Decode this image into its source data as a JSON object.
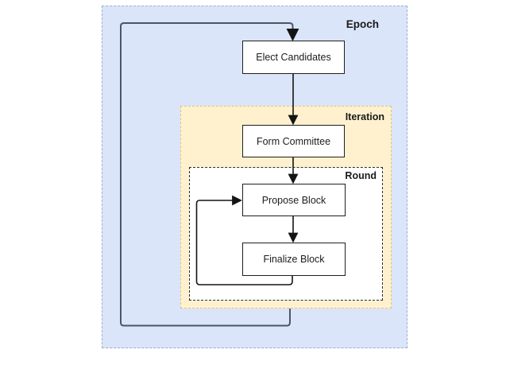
{
  "diagram": {
    "containers": [
      {
        "id": "epoch",
        "label": "Epoch"
      },
      {
        "id": "iteration",
        "label": "Iteration"
      },
      {
        "id": "round",
        "label": "Round"
      }
    ],
    "nodes": [
      {
        "id": "elect-candidates",
        "label": "Elect Candidates"
      },
      {
        "id": "form-committee",
        "label": "Form Committee"
      },
      {
        "id": "propose-block",
        "label": "Propose Block"
      },
      {
        "id": "finalize-block",
        "label": "Finalize Block"
      }
    ],
    "edges": [
      {
        "from": "elect-candidates",
        "to": "form-committee",
        "type": "arrow"
      },
      {
        "from": "form-committee",
        "to": "propose-block",
        "type": "arrow"
      },
      {
        "from": "propose-block",
        "to": "finalize-block",
        "type": "arrow"
      },
      {
        "from": "finalize-block",
        "to": "propose-block",
        "type": "loop"
      },
      {
        "from": "iteration",
        "to": "elect-candidates",
        "type": "loop"
      }
    ]
  },
  "colors": {
    "epoch_fill": "#dbe5f9",
    "epoch_border": "#9fafcd",
    "iteration_fill": "#fff1ce",
    "iteration_border": "#dcc387",
    "round_fill": "#ffffff",
    "round_border": "#2b2b2b",
    "node_fill": "#ffffff",
    "node_border": "#1f1f1f",
    "arrow": "#141414",
    "loop_line": "#4a5668",
    "label_text": "#1a1a1a"
  }
}
